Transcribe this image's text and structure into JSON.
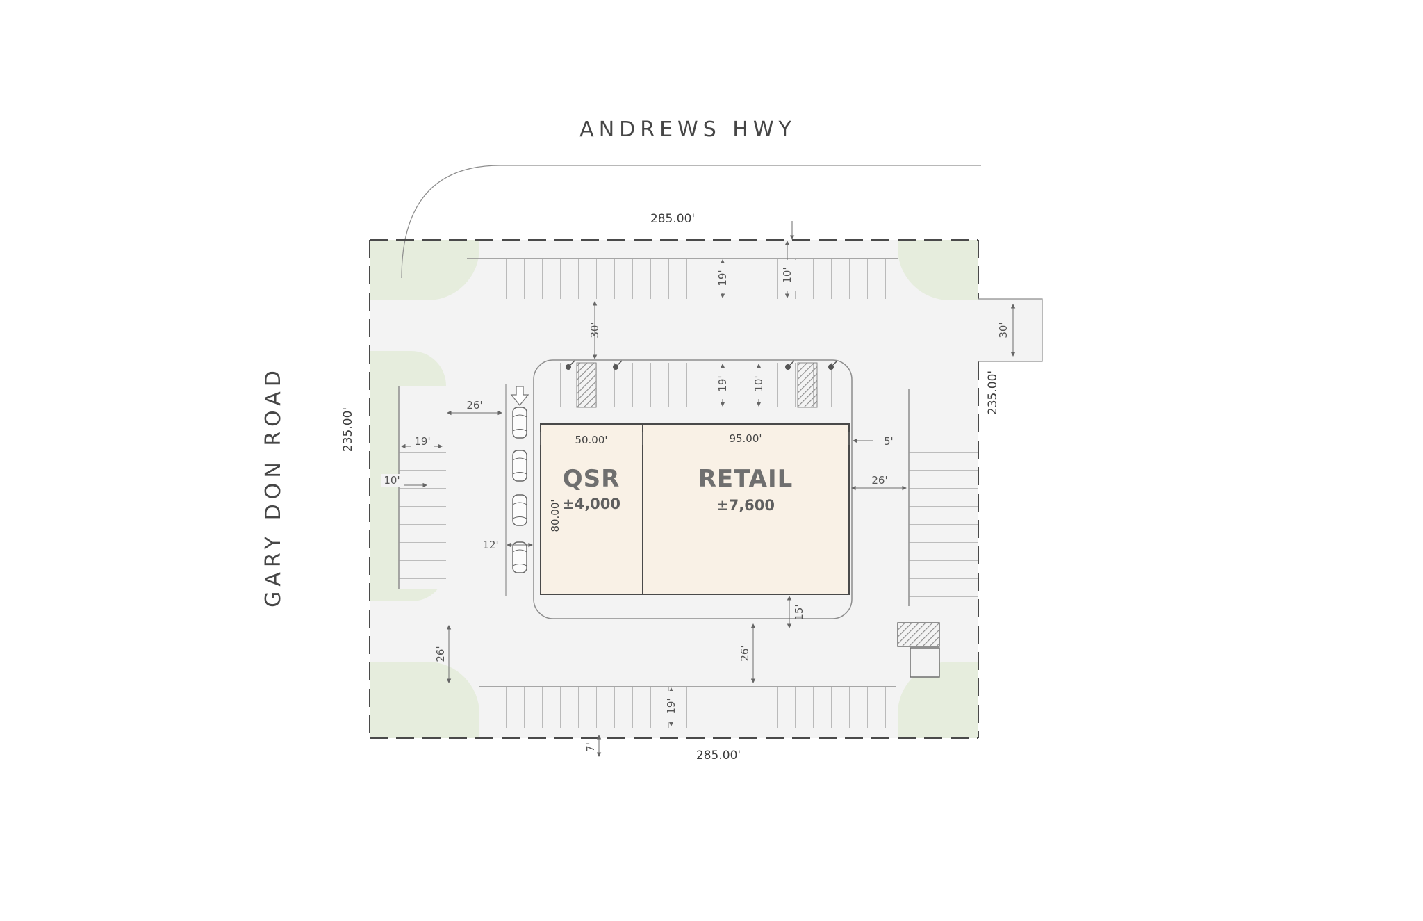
{
  "roads": {
    "top": "ANDREWS HWY",
    "left": "GARY DON ROAD"
  },
  "boundary": {
    "top": "285.00'",
    "bottom": "285.00'",
    "left": "235.00'",
    "right": "235.00'"
  },
  "buildings": {
    "qsr": {
      "label": "QSR",
      "area": "±4,000",
      "width": "50.00'",
      "depth": "80.00'"
    },
    "retail": {
      "label": "RETAIL",
      "area": "±7,600",
      "width": "95.00'"
    }
  },
  "dims": {
    "north_stall_depth": "19'",
    "north_strip": "10'",
    "front_aisle": "30'",
    "front_stall_depth": "19'",
    "front_strip": "10'",
    "east_setback": "5'",
    "east_aisle": "26'",
    "west_aisle": "26'",
    "west_stall_depth": "19'",
    "west_stall_width": "10'",
    "drive_thru_lane": "12'",
    "southwest_aisle": "26'",
    "south_aisle": "26'",
    "rear_setback": "15'",
    "south_stall_depth": "19'",
    "south_strip": "7'",
    "east_driveway": "30'"
  },
  "colors": {
    "paving": "#f3f3f3",
    "landscape": "#e6eddd",
    "building": "#f9f1e6",
    "line": "#777777"
  }
}
